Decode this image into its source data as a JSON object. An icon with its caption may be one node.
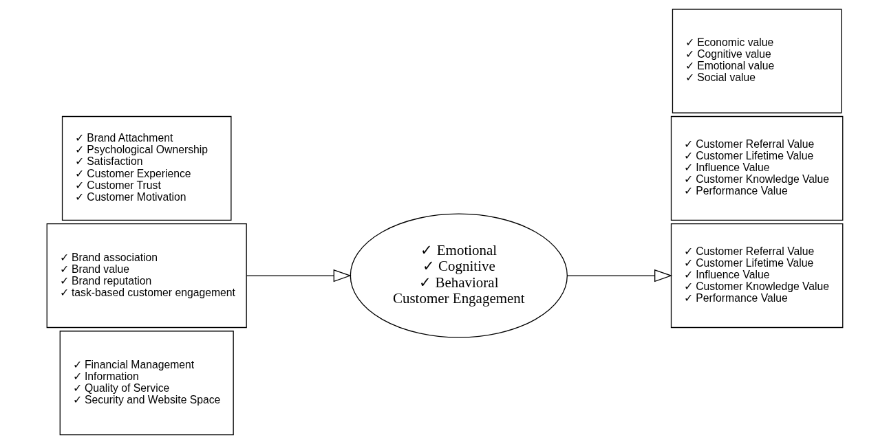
{
  "diagram": {
    "nodes": [
      {
        "text": [
          "✓ Brand Attachment",
          "✓ Psychological Ownership",
          "✓ Satisfaction",
          "✓ Customer Experience",
          "✓ Customer Trust",
          "✓ Customer Motivation"
        ]
      },
      {
        "text": [
          "✓ Brand association",
          "✓ Brand value",
          "✓ Brand reputation",
          "✓ task-based customer engagement"
        ]
      },
      {
        "text": [
          "✓ Financial Management",
          "✓ Information",
          "✓ Quality of Service",
          "✓ Security and Website Space"
        ]
      },
      {
        "text": [
          "✓ Emotional",
          "✓ Cognitive",
          "✓ Behavioral",
          "Customer Engagement"
        ]
      },
      {
        "text": [
          "✓ Economic value",
          "✓ Cognitive value",
          "✓ Emotional value",
          "✓ Social value"
        ]
      },
      {
        "text": [
          "✓ Customer Referral Value",
          "✓ Customer Lifetime Value",
          "✓ Influence Value",
          "✓ Customer Knowledge Value",
          "✓ Performance Value"
        ]
      },
      {
        "text": [
          "✓ Customer Referral Value",
          "✓ Customer Lifetime Value",
          "✓ Influence Value",
          "✓ Customer Knowledge Value",
          "✓ Performance Value"
        ]
      }
    ],
    "edges": [
      {
        "from": 1,
        "to": 3,
        "arrow": "to"
      },
      {
        "from": 3,
        "to": 5,
        "arrow": "to"
      }
    ]
  }
}
